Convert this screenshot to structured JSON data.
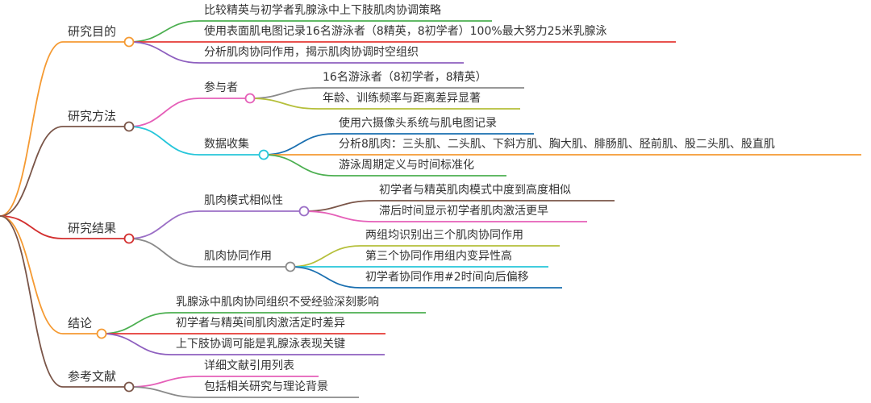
{
  "branches": [
    {
      "label": "研究目的",
      "color": "#f59a32",
      "children": [
        {
          "label": "比较精英与初学者乳腺泳中上下肢肌肉协调策略",
          "color": "#4caf50"
        },
        {
          "label": "使用表面肌电图记录16名游泳者（8精英，8初学者）100%最大努力25米乳腺泳",
          "color": "#e53935"
        },
        {
          "label": "分析肌肉协同作用，揭示肌肉协调时空组织",
          "color": "#8e5fbf"
        }
      ]
    },
    {
      "label": "研究方法",
      "color": "#7a5548",
      "children": [
        {
          "label": "参与者",
          "color": "#e55fb8",
          "children": [
            {
              "label": "16名游泳者（8初学者，8精英）",
              "color": "#8a8a8a"
            },
            {
              "label": "年龄、训练频率与距离差异显著",
              "color": "#b5bf3a"
            }
          ]
        },
        {
          "label": "数据收集",
          "color": "#26c6da",
          "children": [
            {
              "label": "使用六摄像头系统与肌电图记录",
              "color": "#1a6fb0"
            },
            {
              "label": "分析8肌肉：三头肌、二头肌、下斜方肌、胸大肌、腓肠肌、胫前肌、股二头肌、股直肌",
              "color": "#f59a32"
            },
            {
              "label": "游泳周期定义与时间标准化",
              "color": "#4caf50"
            }
          ]
        }
      ]
    },
    {
      "label": "研究结果",
      "color": "#d32f2f",
      "children": [
        {
          "label": "肌肉模式相似性",
          "color": "#9b6fc6",
          "children": [
            {
              "label": "初学者与精英肌肉模式中度到高度相似",
              "color": "#7a5548"
            },
            {
              "label": "滞后时间显示初学者肌肉激活更早",
              "color": "#e55fb8"
            }
          ]
        },
        {
          "label": "肌肉协同作用",
          "color": "#8a8a8a",
          "children": [
            {
              "label": "两组均识别出三个肌肉协同作用",
              "color": "#b5bf3a"
            },
            {
              "label": "第三个协同作用组内变异性高",
              "color": "#26c6da"
            },
            {
              "label": "初学者协同作用#2时间向后偏移",
              "color": "#1a6fb0"
            }
          ]
        }
      ]
    },
    {
      "label": "结论",
      "color": "#f59a32",
      "children": [
        {
          "label": "乳腺泳中肌肉协同组织不受经验深刻影响",
          "color": "#4caf50"
        },
        {
          "label": "初学者与精英间肌肉激活定时差异",
          "color": "#e53935"
        },
        {
          "label": "上下肢协调可能是乳腺泳表现关键",
          "color": "#8e5fbf"
        }
      ]
    },
    {
      "label": "参考文献",
      "color": "#7a5548",
      "children": [
        {
          "label": "详细文献引用列表",
          "color": "#e55fb8"
        },
        {
          "label": "包括相关研究与理论背景",
          "color": "#8a8a8a"
        }
      ]
    }
  ]
}
